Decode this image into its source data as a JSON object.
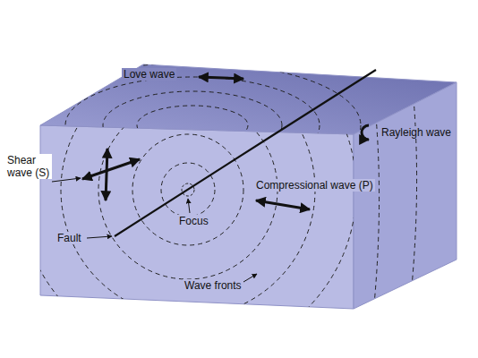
{
  "diagram": {
    "labels": [
      "Love wave",
      "Rayleigh wave",
      "Shear wave (S)",
      "Compressional wave (P)",
      "Focus",
      "Fault",
      "Wave fronts"
    ]
  }
}
